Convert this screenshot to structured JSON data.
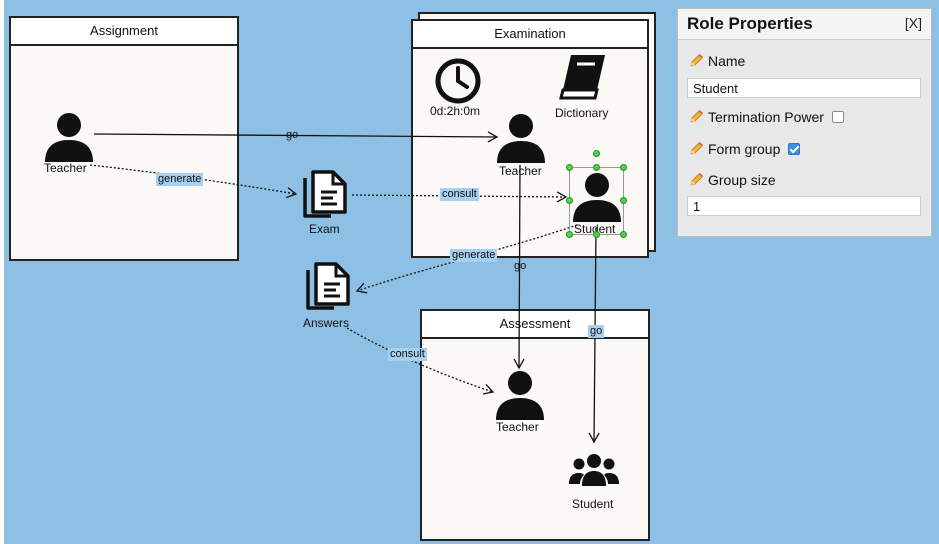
{
  "scenes": {
    "assignment": "Assignment",
    "examination": "Examination",
    "assessment": "Assessment"
  },
  "roles": {
    "assignment_teacher": "Teacher",
    "examination_teacher": "Teacher",
    "examination_student": "Student",
    "assessment_teacher": "Teacher",
    "assessment_student": "Student"
  },
  "artifacts": {
    "exam": "Exam",
    "answers": "Answers",
    "dictionary": "Dictionary",
    "timer": "0d:2h:0m"
  },
  "edges": {
    "go_assign_exam": "go",
    "generate_exam": "generate",
    "consult_exam": "consult",
    "generate_answers": "generate",
    "go_exam_assess_teacher": "go",
    "go_exam_assess_student": "go",
    "consult_answers": "consult"
  },
  "panel": {
    "title": "Role Properties",
    "close": "[X]",
    "name_label": "Name",
    "name_value": "Student",
    "termination_label": "Termination Power",
    "termination_checked": false,
    "form_group_label": "Form group",
    "form_group_checked": true,
    "group_size_label": "Group size",
    "group_size_value": "1"
  },
  "icons": {
    "role": "person-icon",
    "group": "group-icon",
    "document": "document-icon",
    "clock": "clock-icon",
    "book": "book-icon",
    "pencil": "pencil-icon"
  },
  "colors": {
    "canvas": "#8dc0e4",
    "scene_bg": "#fbf9f6",
    "handle": "#4cd34c",
    "checkbox_on": "#3d8fe6"
  }
}
